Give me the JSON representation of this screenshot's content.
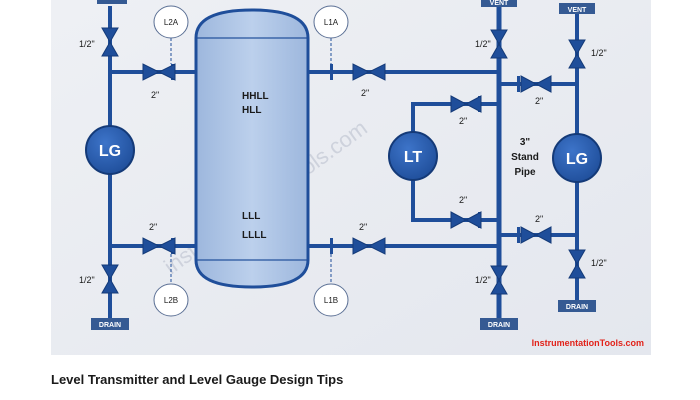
{
  "figure": {
    "caption": "Level Transmitter and Level Gauge Design Tips",
    "credit": "InstrumentationTools.com",
    "watermark": "instrumentationtools.com",
    "colors": {
      "background": "#ebedf2",
      "pipe": "#1f4e9a",
      "pipe_dark": "#143a78",
      "vessel_fill": "#a9c1e3",
      "vessel_stroke": "#1f4e9a",
      "label_box": "#355a93",
      "credit": "#e2231a"
    }
  },
  "diagram": {
    "vessel": {
      "level_labels": [
        "HHLL",
        "HLL",
        "LLL",
        "LLLL"
      ]
    },
    "instruments": {
      "lg_left": "LG",
      "lg_right": "LG",
      "lt": "LT"
    },
    "tags": {
      "l2a": "L2A",
      "l1a": "L1A",
      "l2b": "L2B",
      "l1b": "L1B"
    },
    "standpipe": {
      "line1": "3\"",
      "line2": "Stand",
      "line3": "Pipe"
    },
    "sizes": {
      "two_inch": "2\"",
      "half_inch": "1/2\""
    },
    "boxes": {
      "drain": "DRAIN",
      "vent": "VENT"
    }
  }
}
